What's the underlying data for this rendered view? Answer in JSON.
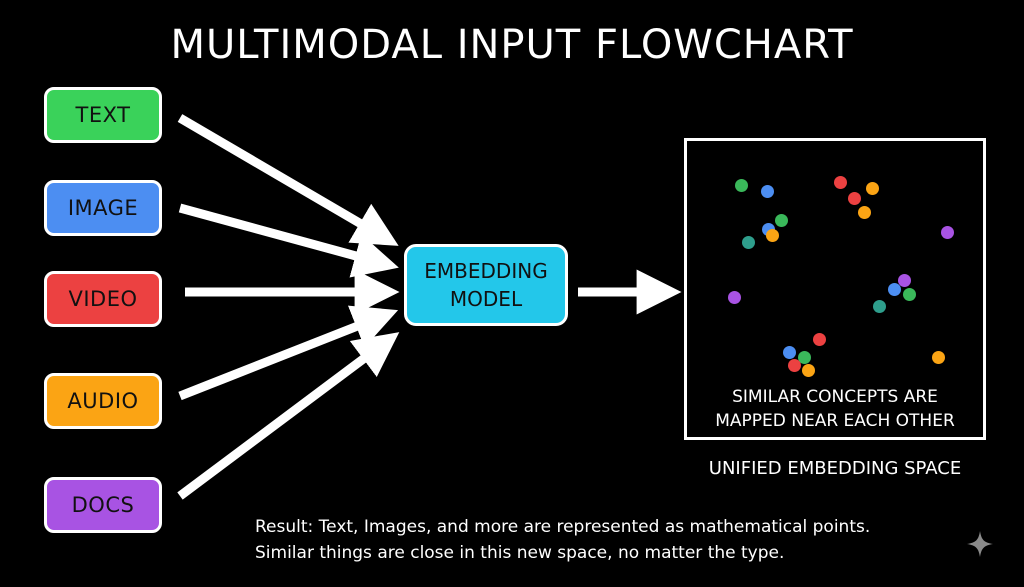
{
  "title": "MULTIMODAL INPUT FLOWCHART",
  "inputs": [
    {
      "label": "TEXT",
      "color": "#3ad25a"
    },
    {
      "label": "IMAGE",
      "color": "#4c8ef2"
    },
    {
      "label": "VIDEO",
      "color": "#ec4141"
    },
    {
      "label": "AUDIO",
      "color": "#fba414"
    },
    {
      "label": "DOCS",
      "color": "#a853e3"
    }
  ],
  "model": {
    "line1": "EMBEDDING",
    "line2": "MODEL",
    "color": "#23c7ea"
  },
  "space": {
    "note_line1": "SIMILAR CONCEPTS ARE",
    "note_line2": "MAPPED NEAR EACH OTHER",
    "caption": "UNIFIED EMBEDDING SPACE",
    "dot_colors": {
      "green": "#3ab85a",
      "blue": "#4c8ef2",
      "red": "#ec4141",
      "orange": "#fba414",
      "purple": "#a853e3",
      "teal": "#2e9e8c"
    }
  },
  "result": {
    "line1": "Result: Text, Images, and more are represented as mathematical points.",
    "line2": "Similar things are close in this new space, no matter the type."
  }
}
